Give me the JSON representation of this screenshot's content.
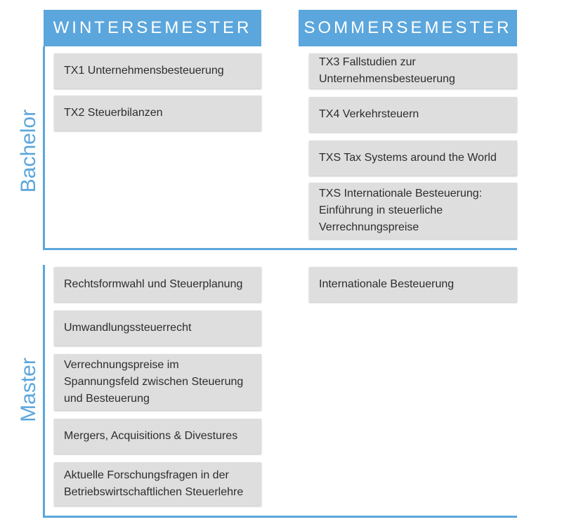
{
  "headers": {
    "winter": "WINTERSEMESTER",
    "summer": "SOMMERSEMESTER"
  },
  "labels": {
    "bachelor": "Bachelor",
    "master": "Master"
  },
  "bachelor": {
    "winter": [
      "TX1 Unternehmensbesteuerung",
      "TX2 Steuerbilanzen"
    ],
    "summer": [
      "TX3 Fallstudien zur Unternehmensbesteuerung",
      "TX4 Verkehrsteuern",
      "TXS Tax Systems around the World",
      "TXS Internationale Besteuerung: Einführung in steuerliche Verrechnungspreise"
    ]
  },
  "master": {
    "winter": [
      "Rechtsformwahl und Steuerplanung",
      "Umwandlungssteuerrecht",
      "Verrechnungspreise im Spannungsfeld zwischen Steuerung und Besteuerung",
      "Mergers, Acquisitions & Divestures",
      "Aktuelle Forschungsfragen in der Betriebswirtschaftlichen Steuerlehre"
    ],
    "summer": [
      "Internationale Besteuerung"
    ]
  },
  "colors": {
    "accent": "#5ba6dc",
    "box": "#dedede"
  }
}
